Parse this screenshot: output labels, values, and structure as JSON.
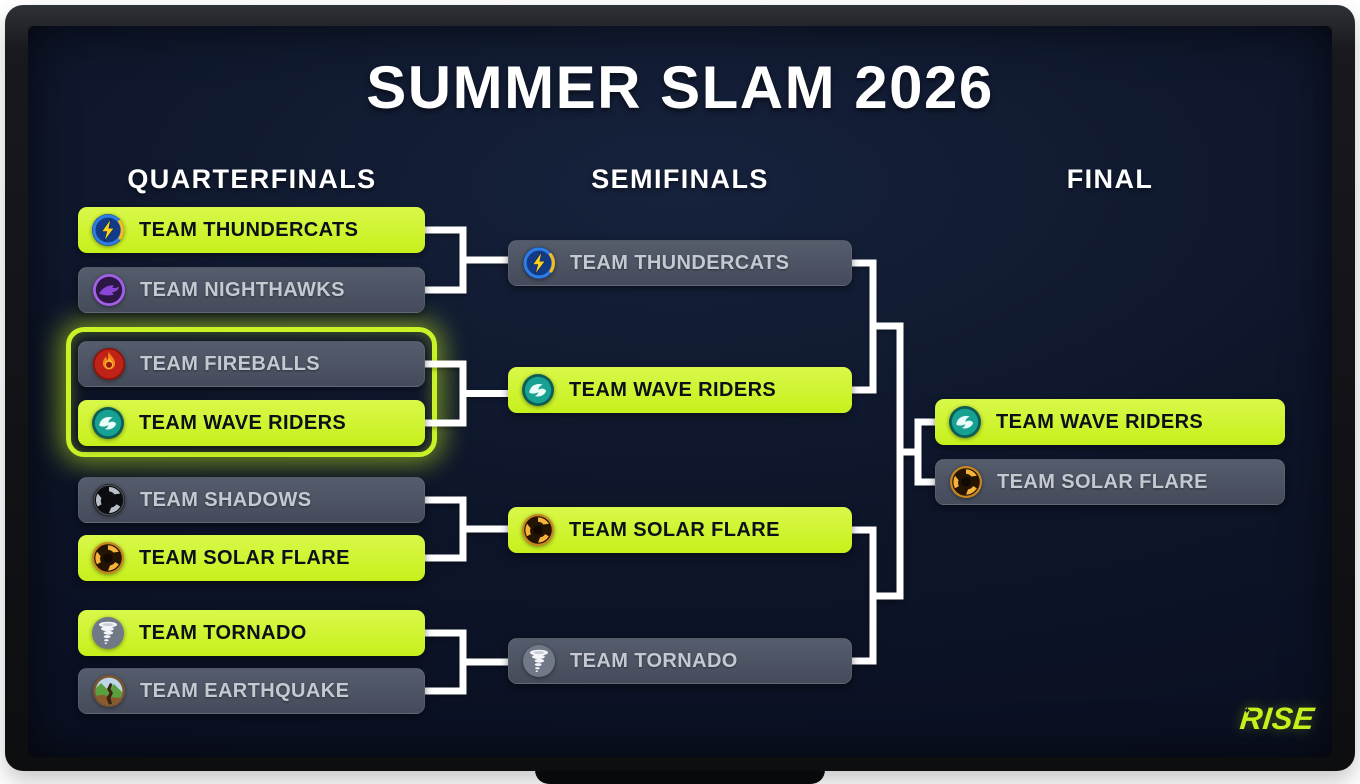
{
  "screen": {
    "title": "SUMMER SLAM 2026",
    "columns": [
      "QUARTERFINALS",
      "SEMIFINALS",
      "FINAL"
    ],
    "brand": "RISE",
    "colors": {
      "background": "#0c1324",
      "accent_lime": "#c7f01c",
      "loser_gray": "#4a5160",
      "winner_text": "#0c1019",
      "loser_text": "#c5c9d2",
      "connector": "#ffffff"
    }
  },
  "bracket": {
    "quarterfinals": {
      "matches": [
        {
          "highlighted": false,
          "teams": [
            {
              "name": "TEAM THUNDERCATS",
              "icon": "thundercats-icon",
              "winner": true
            },
            {
              "name": "TEAM NIGHTHAWKS",
              "icon": "nighthawks-icon",
              "winner": false
            }
          ]
        },
        {
          "highlighted": true,
          "teams": [
            {
              "name": "TEAM FIREBALLS",
              "icon": "fireballs-icon",
              "winner": false
            },
            {
              "name": "TEAM WAVE RIDERS",
              "icon": "wave-riders-icon",
              "winner": true
            }
          ]
        },
        {
          "highlighted": false,
          "teams": [
            {
              "name": "TEAM SHADOWS",
              "icon": "shadows-icon",
              "winner": false
            },
            {
              "name": "TEAM SOLAR FLARE",
              "icon": "solar-flare-icon",
              "winner": true
            }
          ]
        },
        {
          "highlighted": false,
          "teams": [
            {
              "name": "TEAM TORNADO",
              "icon": "tornado-icon",
              "winner": true
            },
            {
              "name": "TEAM EARTHQUAKE",
              "icon": "earthquake-icon",
              "winner": false
            }
          ]
        }
      ]
    },
    "semifinals": {
      "matches": [
        {
          "teams": [
            {
              "name": "TEAM THUNDERCATS",
              "icon": "thundercats-icon",
              "winner": false
            },
            {
              "name": "TEAM WAVE RIDERS",
              "icon": "wave-riders-icon",
              "winner": true
            }
          ]
        },
        {
          "teams": [
            {
              "name": "TEAM SOLAR FLARE",
              "icon": "solar-flare-icon",
              "winner": true
            },
            {
              "name": "TEAM TORNADO",
              "icon": "tornado-icon",
              "winner": false
            }
          ]
        }
      ]
    },
    "final": {
      "matches": [
        {
          "teams": [
            {
              "name": "TEAM WAVE RIDERS",
              "icon": "wave-riders-icon",
              "winner": true
            },
            {
              "name": "TEAM SOLAR FLARE",
              "icon": "solar-flare-icon",
              "winner": false
            }
          ]
        }
      ]
    }
  }
}
